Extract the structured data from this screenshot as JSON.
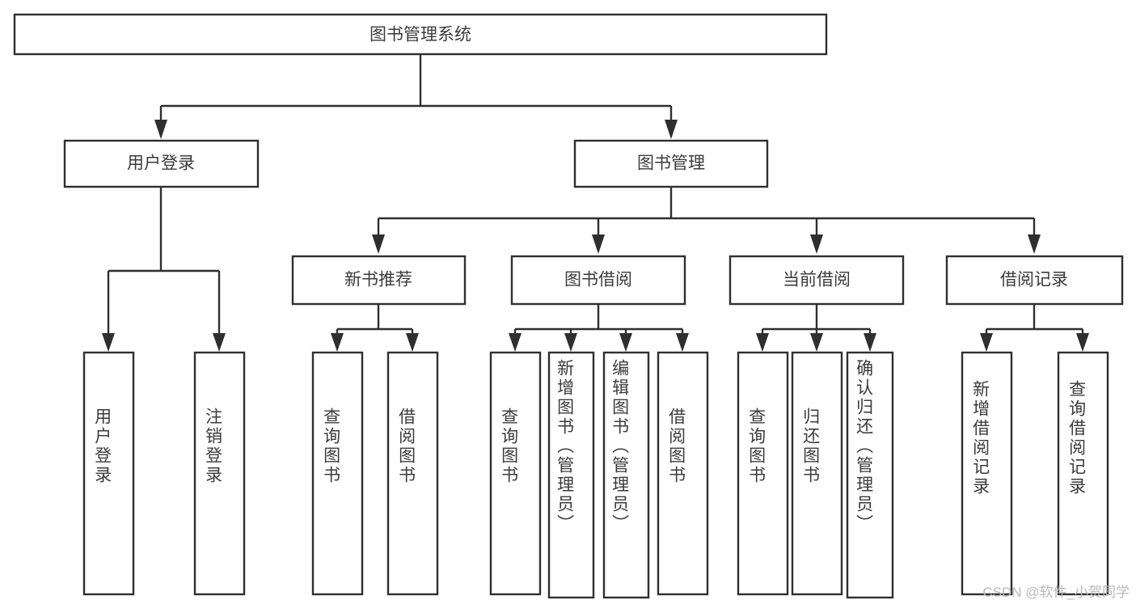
{
  "diagram": {
    "type": "tree-hierarchy-chart",
    "title": "图书管理系统",
    "watermark": "CSDN @软件_小贺同学",
    "colors": {
      "background": "#ffffff",
      "box_stroke": "#2f2f2f",
      "box_fill": "#ffffff",
      "text": "#3b3b3b",
      "connector": "#2f2f2f",
      "watermark": "#b9b9b9"
    },
    "root": {
      "label": "图书管理系统"
    },
    "level2": [
      {
        "label": "用户登录"
      },
      {
        "label": "图书管理"
      }
    ],
    "level3": [
      {
        "label": "新书推荐"
      },
      {
        "label": "图书借阅"
      },
      {
        "label": "当前借阅"
      },
      {
        "label": "借阅记录"
      }
    ],
    "leaves": {
      "user_login": [
        {
          "label": "用户登录"
        },
        {
          "label": "注销登录"
        }
      ],
      "new_book_recommend": [
        {
          "label": "查询图书"
        },
        {
          "label": "借阅图书"
        }
      ],
      "book_borrow": [
        {
          "label": "查询图书"
        },
        {
          "label": "新增图书（管理员）"
        },
        {
          "label": "编辑图书（管理员）"
        },
        {
          "label": "借阅图书"
        }
      ],
      "current_borrow": [
        {
          "label": "查询图书"
        },
        {
          "label": "归还图书"
        },
        {
          "label": "确认归还（管理员）"
        }
      ],
      "borrow_record": [
        {
          "label": "新增借阅记录"
        },
        {
          "label": "查询借阅记录"
        }
      ]
    }
  },
  "chart_data": {
    "type": "tree",
    "title": "图书管理系统",
    "nodes": [
      {
        "id": "root",
        "label": "图书管理系统",
        "level": 0,
        "parent": null
      },
      {
        "id": "n-user-login",
        "label": "用户登录",
        "level": 1,
        "parent": "root"
      },
      {
        "id": "n-book-manage",
        "label": "图书管理",
        "level": 1,
        "parent": "root"
      },
      {
        "id": "n-new-book",
        "label": "新书推荐",
        "level": 2,
        "parent": "n-book-manage"
      },
      {
        "id": "n-book-borrow",
        "label": "图书借阅",
        "level": 2,
        "parent": "n-book-manage"
      },
      {
        "id": "n-current-borrow",
        "label": "当前借阅",
        "level": 2,
        "parent": "n-book-manage"
      },
      {
        "id": "n-borrow-record",
        "label": "借阅记录",
        "level": 2,
        "parent": "n-book-manage"
      },
      {
        "id": "l-user-login",
        "label": "用户登录",
        "level": 2,
        "parent": "n-user-login"
      },
      {
        "id": "l-user-logout",
        "label": "注销登录",
        "level": 2,
        "parent": "n-user-login"
      },
      {
        "id": "l-nb-query",
        "label": "查询图书",
        "level": 3,
        "parent": "n-new-book"
      },
      {
        "id": "l-nb-borrow",
        "label": "借阅图书",
        "level": 3,
        "parent": "n-new-book"
      },
      {
        "id": "l-bb-query",
        "label": "查询图书",
        "level": 3,
        "parent": "n-book-borrow"
      },
      {
        "id": "l-bb-add",
        "label": "新增图书（管理员）",
        "level": 3,
        "parent": "n-book-borrow"
      },
      {
        "id": "l-bb-edit",
        "label": "编辑图书（管理员）",
        "level": 3,
        "parent": "n-book-borrow"
      },
      {
        "id": "l-bb-borrow",
        "label": "借阅图书",
        "level": 3,
        "parent": "n-book-borrow"
      },
      {
        "id": "l-cb-query",
        "label": "查询图书",
        "level": 3,
        "parent": "n-current-borrow"
      },
      {
        "id": "l-cb-return",
        "label": "归还图书",
        "level": 3,
        "parent": "n-current-borrow"
      },
      {
        "id": "l-cb-confirm",
        "label": "确认归还（管理员）",
        "level": 3,
        "parent": "n-current-borrow"
      },
      {
        "id": "l-br-add",
        "label": "新增借阅记录",
        "level": 3,
        "parent": "n-borrow-record"
      },
      {
        "id": "l-br-query",
        "label": "查询借阅记录",
        "level": 3,
        "parent": "n-borrow-record"
      }
    ]
  }
}
